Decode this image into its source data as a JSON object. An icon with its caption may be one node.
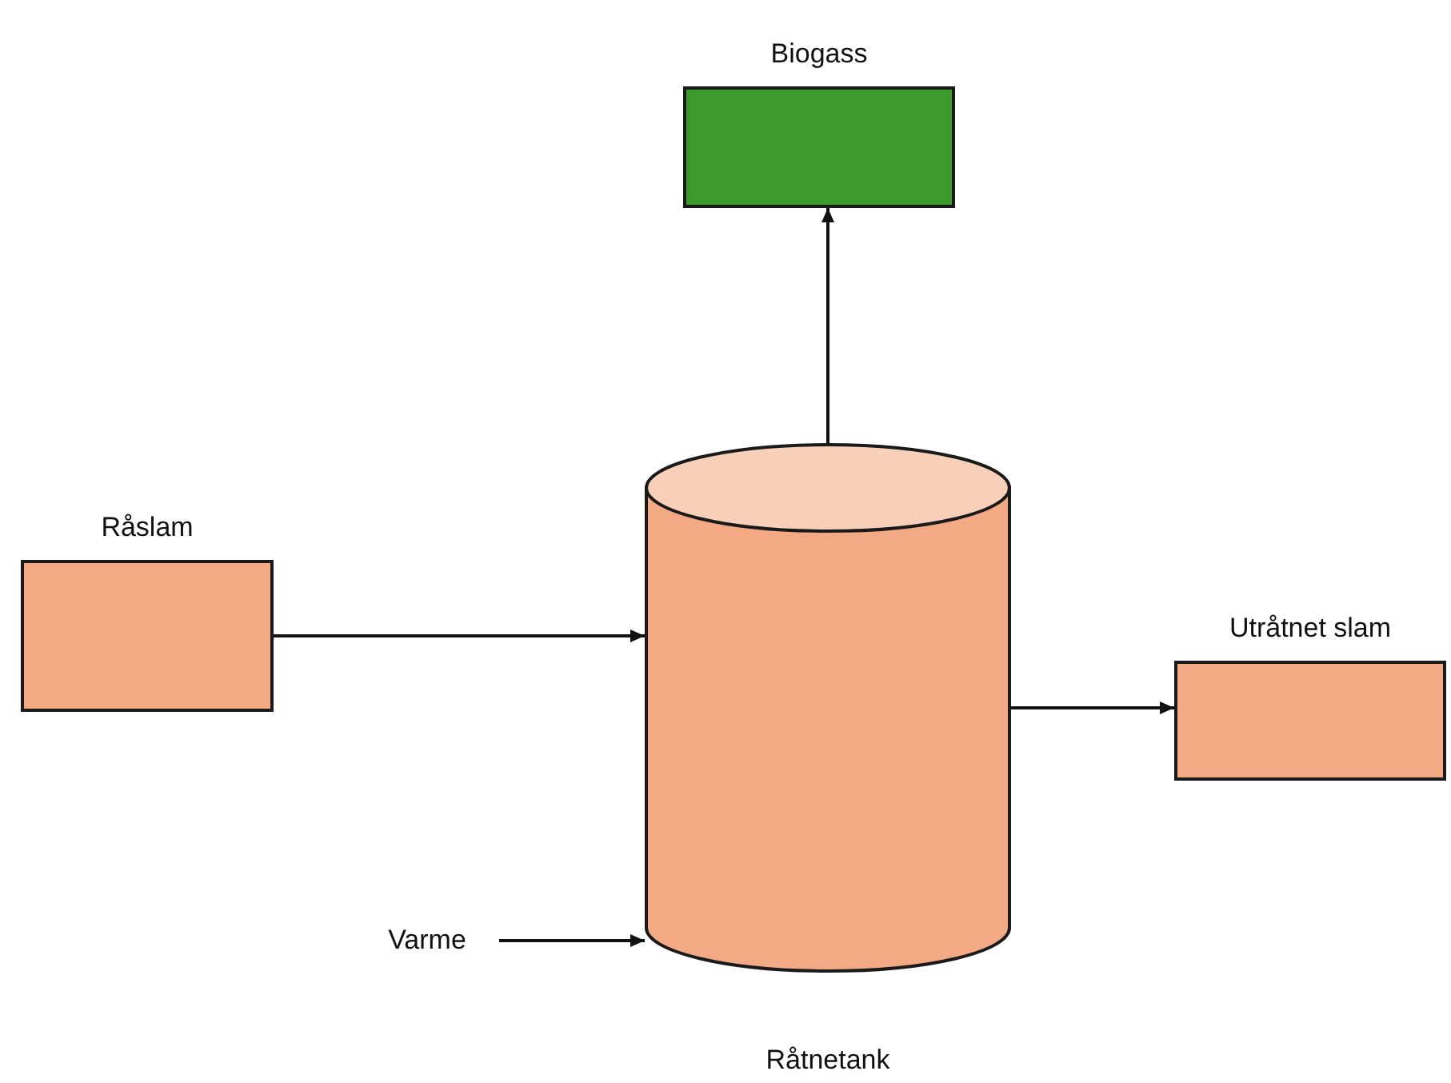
{
  "diagram": {
    "nodes": [
      {
        "text": [
          "Biogass"
        ]
      },
      {
        "text": [
          "Råslam"
        ]
      },
      {
        "text": [
          "Råtnetank"
        ]
      },
      {
        "text": [
          "Utråtnet slam"
        ]
      },
      {
        "text": [
          "Varme"
        ]
      }
    ],
    "edges": [
      {
        "from": 2,
        "to": 0,
        "arrow": "to"
      },
      {
        "from": 1,
        "to": 2,
        "arrow": "to"
      },
      {
        "from": 2,
        "to": 3,
        "arrow": "to"
      },
      {
        "from": 4,
        "to": 2,
        "arrow": "to"
      }
    ]
  }
}
